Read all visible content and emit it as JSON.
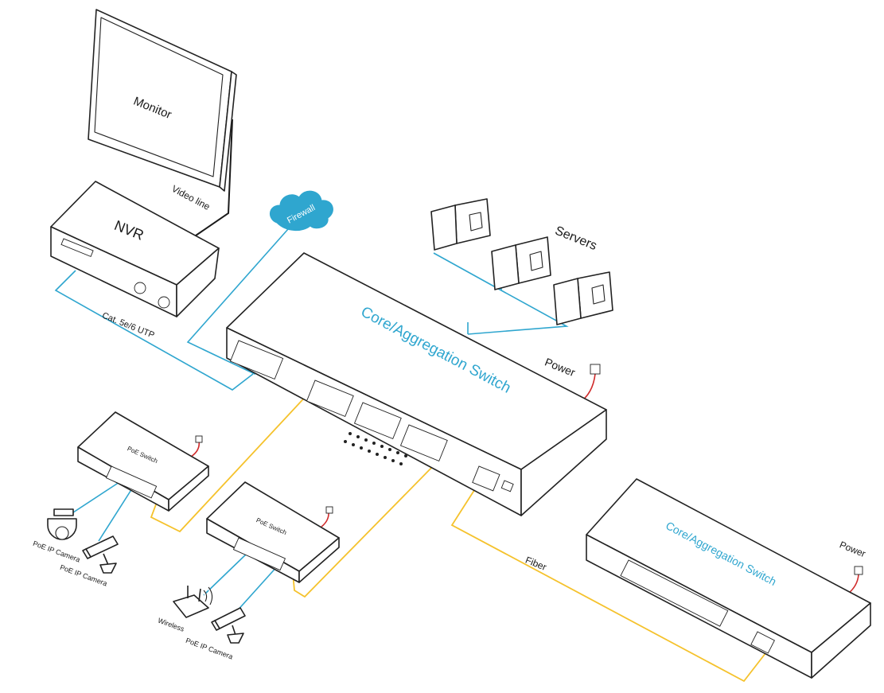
{
  "labels": {
    "monitor": "Monitor",
    "nvr": "NVR",
    "video_line": "Video line",
    "firewall": "Firewall",
    "servers": "Servers",
    "cat_utp": "Cat. 5e/6 UTP",
    "core_switch_main": "Core/Aggregation Switch",
    "power_main": "Power",
    "poe_switch_1": "PoE Switch",
    "poe_switch_2": "PoE Switch",
    "poe_ip_camera_1": "PoE IP Camera",
    "poe_ip_camera_2": "PoE IP Camera",
    "wireless": "Wireless",
    "poe_ip_camera_3": "PoE IP Camera",
    "fiber": "Fiber",
    "core_switch_second": "Core/Aggregation Switch",
    "power_second": "Power"
  },
  "colors": {
    "utp_cable": "#2fa6cf",
    "fiber_cable": "#f5c22c",
    "power_cable": "#d02a2a",
    "video_cable": "#1a1a1a",
    "switch_label": "#2fa6cf"
  }
}
